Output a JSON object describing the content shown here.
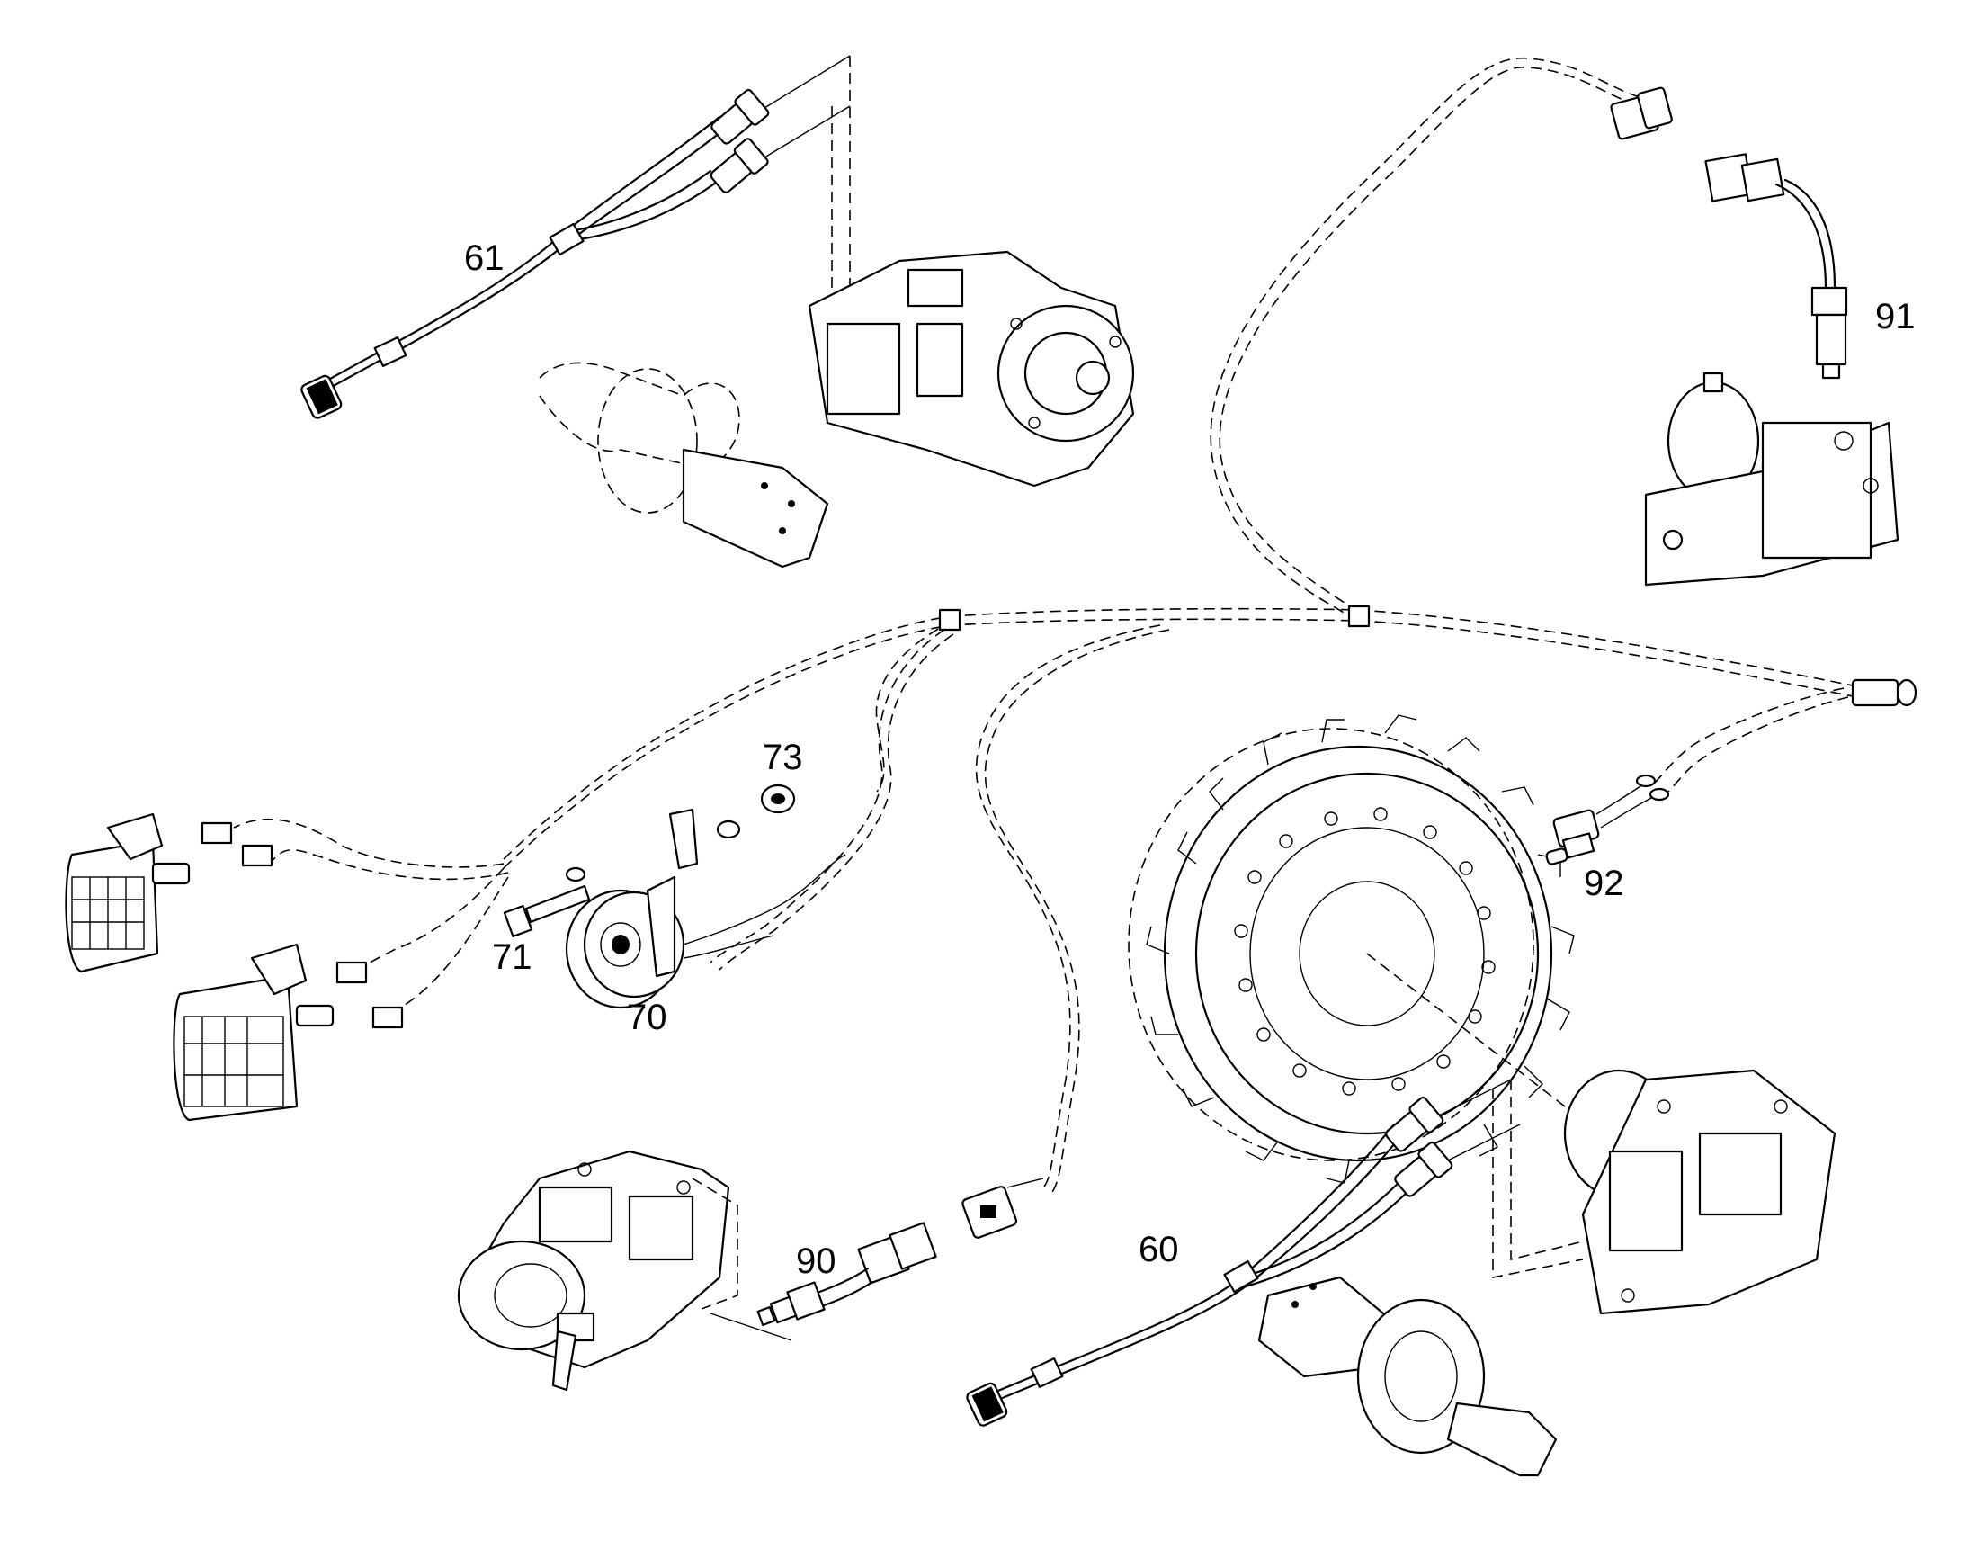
{
  "callouts": {
    "c60": "60",
    "c61": "61",
    "c70": "70",
    "c71": "71",
    "c73": "73",
    "c90": "90",
    "c91": "91",
    "c92": "92"
  }
}
